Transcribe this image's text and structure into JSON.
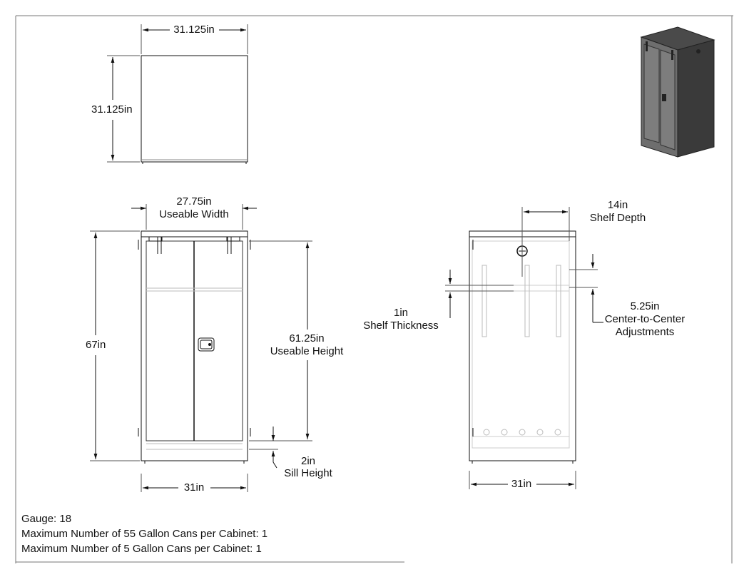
{
  "top_view": {
    "width_label": "31.125in",
    "depth_label": "31.125in"
  },
  "front_view": {
    "useable_width_value": "27.75in",
    "useable_width_text": "Useable Width",
    "height_label": "67in",
    "useable_height_value": "61.25in",
    "useable_height_text": "Useable Height",
    "sill_value": "2in",
    "sill_text": "Sill Height",
    "width_label": "31in"
  },
  "side_view": {
    "shelf_depth_value": "14in",
    "shelf_depth_text": "Shelf Depth",
    "shelf_thickness_value": "1in",
    "shelf_thickness_text": "Shelf Thickness",
    "adjust_value": "5.25in",
    "adjust_text_1": "Center-to-Center",
    "adjust_text_2": "Adjustments",
    "width_label": "31in"
  },
  "specs": {
    "gauge": "Gauge: 18",
    "cans_55": "Maximum Number of 55 Gallon Cans per Cabinet: 1",
    "cans_5": "Maximum Number of 5 Gallon Cans per Cabinet: 1"
  },
  "colors": {
    "line": "#111111",
    "cabinet_dark": "#3a3a3a",
    "cabinet_mid": "#6b6b6b"
  }
}
